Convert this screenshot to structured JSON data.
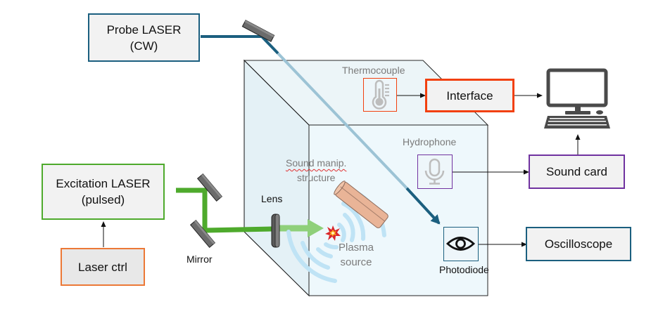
{
  "diagram": {
    "title": "",
    "colors": {
      "probe_beam": "#1b5f7f",
      "probe_beam_faded": "#9cc3d5",
      "excitation_beam": "#4eaa2c",
      "excitation_beam_faded": "#8fd07a",
      "tank_fill": "#eaf6fb",
      "acoustic_wave": "#bfe3f5",
      "structure": "#e9b497",
      "interface_border": "#f2400f",
      "thermocouple_border": "#f2400f",
      "laser_ctrl_border": "#ec7836",
      "excitation_border": "#4eaa2c",
      "probe_border": "#1b5f7f",
      "oscilloscope_border": "#1b5f7f",
      "sound_card_border": "#7032a0",
      "hydrophone_border": "#7032a0",
      "photodiode_border": "#1b5f7f",
      "mirror": "#6e6e6e",
      "computer": "#4a4a4a"
    },
    "blocks": {
      "probe_laser": {
        "line1": "Probe LASER",
        "line2": "(CW)"
      },
      "excitation_laser": {
        "line1": "Excitation LASER",
        "line2": "(pulsed)"
      },
      "laser_ctrl": {
        "label": "Laser ctrl"
      },
      "interface": {
        "label": "Interface"
      },
      "sound_card": {
        "label": "Sound card"
      },
      "oscilloscope": {
        "label": "Oscilloscope"
      }
    },
    "sensors": {
      "thermocouple": {
        "label": "Thermocouple",
        "icon": "thermometer-icon"
      },
      "hydrophone": {
        "label": "Hydrophone",
        "icon": "microphone-icon"
      },
      "photodiode": {
        "label": "Photodiode",
        "icon": "eye-icon"
      }
    },
    "components": {
      "mirror": {
        "label": "Mirror"
      },
      "lens": {
        "label": "Lens"
      },
      "structure": {
        "line1": "Sound manip.",
        "line2": "structure"
      },
      "plasma": {
        "line1": "Plasma",
        "line2": "source",
        "icon": "explosion-icon"
      },
      "computer": {
        "icon": "desktop-computer-icon"
      }
    },
    "connections": [
      {
        "from": "laser_ctrl",
        "to": "excitation_laser"
      },
      {
        "from": "thermocouple",
        "to": "interface"
      },
      {
        "from": "interface",
        "to": "computer"
      },
      {
        "from": "hydrophone",
        "to": "sound_card"
      },
      {
        "from": "sound_card",
        "to": "computer"
      },
      {
        "from": "photodiode",
        "to": "oscilloscope"
      }
    ]
  }
}
